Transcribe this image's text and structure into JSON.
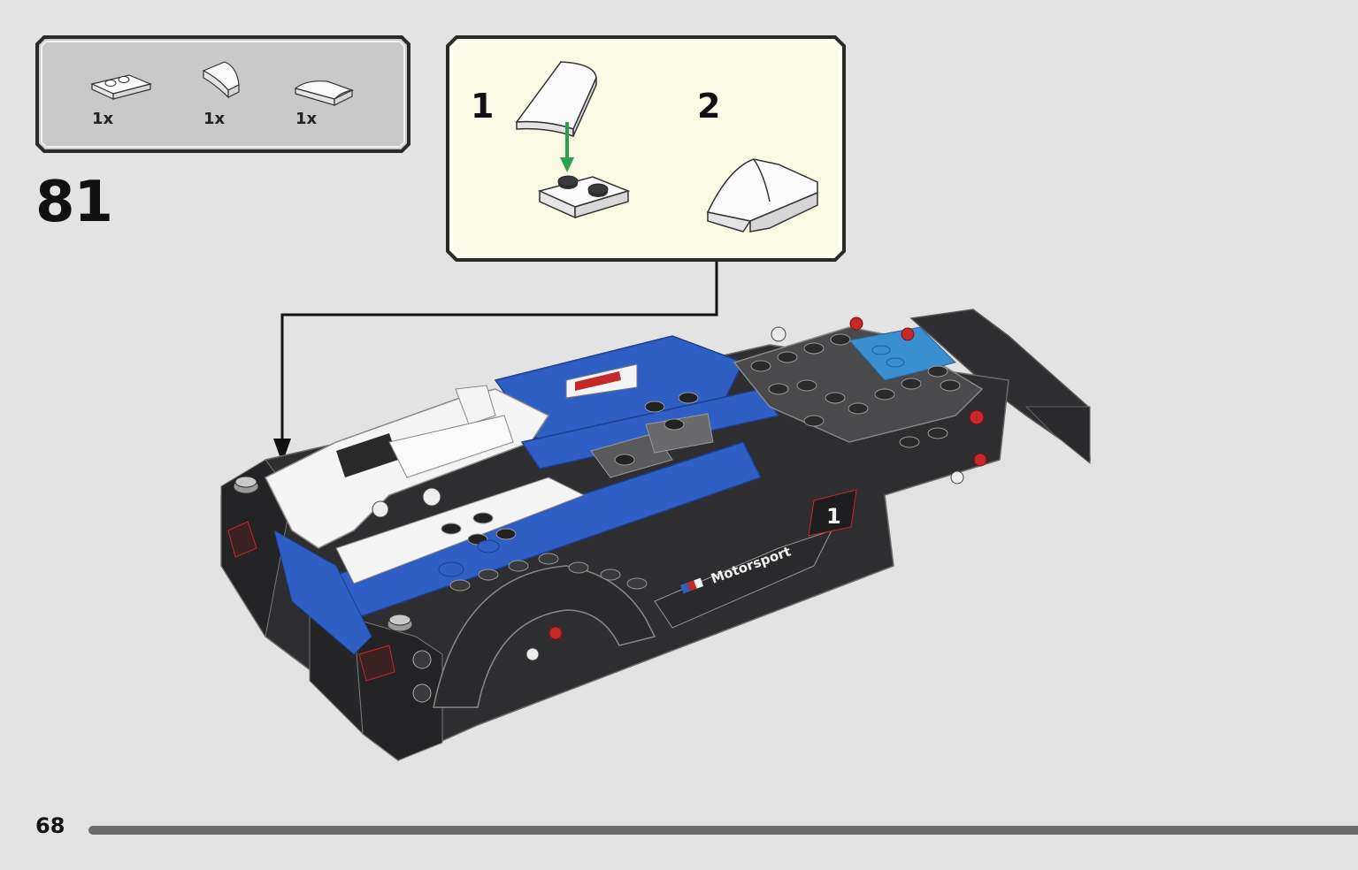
{
  "step": {
    "number": "81"
  },
  "parts_list": {
    "items": [
      {
        "name": "plate-1x2",
        "icon": "white-plate-1x2-icon",
        "qty": "1x"
      },
      {
        "name": "slope-curved-left",
        "icon": "white-curved-slope-icon",
        "qty": "1x"
      },
      {
        "name": "slope-curved-1x2",
        "icon": "white-curved-slope-flat-icon",
        "qty": "1x"
      }
    ]
  },
  "sub_assembly": {
    "steps": [
      {
        "label": "1"
      },
      {
        "label": "2"
      }
    ],
    "arrow_color": "#2e9e4f",
    "background": "#fbfae4"
  },
  "model": {
    "decal_text": "Motorsport",
    "decal_number": "1"
  },
  "page": {
    "number": "68"
  },
  "colors": {
    "blue": "#2f5fc4",
    "dark": "#2e2e30",
    "white": "#f4f4f4",
    "red": "#c62828",
    "light_blue": "#3a8fd0"
  }
}
